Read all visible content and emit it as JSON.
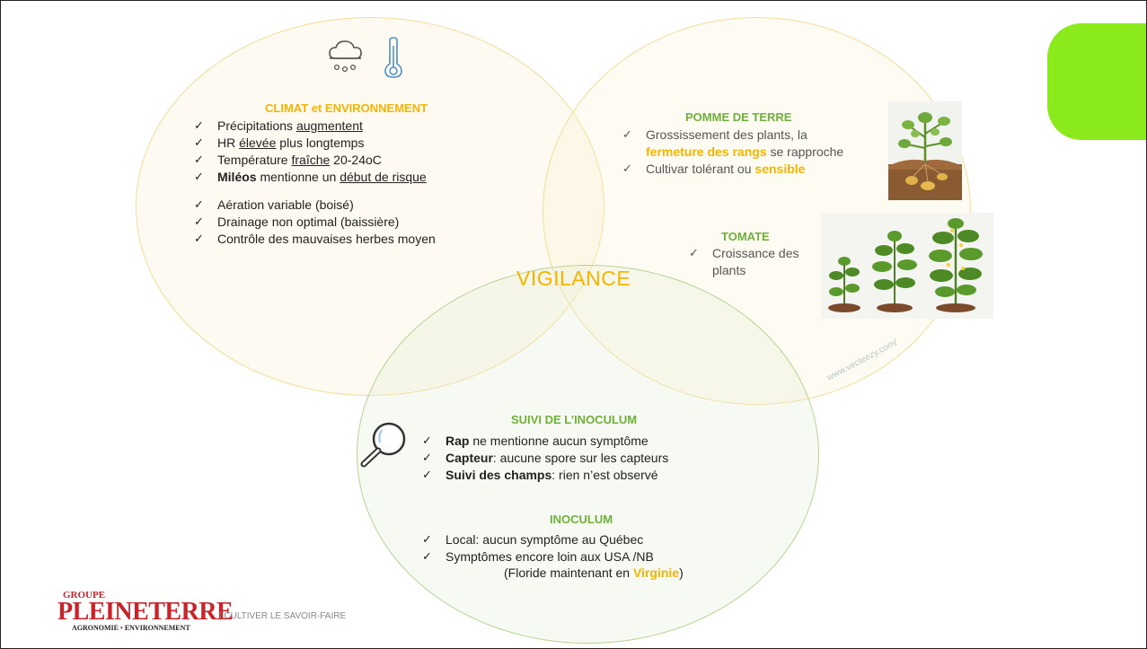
{
  "colors": {
    "accent_orange": "#f5b400",
    "accent_green": "#6fb03a",
    "tab_green": "#8bea1c",
    "logo_red": "#c8242b"
  },
  "climat": {
    "icons": [
      "rain-cloud-icon",
      "thermometer-icon"
    ],
    "heading": "CLIMAT et ENVIRONNEMENT",
    "items": [
      {
        "pre": "Précipitations ",
        "em": "augmentent",
        "post": ""
      },
      {
        "pre": "HR ",
        "em": "élevée",
        "post": " plus longtemps"
      },
      {
        "pre": "Température ",
        "em": "fraîche",
        "post": " 20-24oC"
      },
      {
        "bold": "Miléos",
        "mid": " mentionne un ",
        "em": "début de risque"
      },
      {
        "text": "Aération variable (boisé)"
      },
      {
        "text": "Drainage non optimal (baissière)"
      },
      {
        "text": "Contrôle des mauvaises herbes moyen"
      }
    ]
  },
  "pomme": {
    "heading": "POMME DE TERRE",
    "item1_line1": "Grossissement des plants, la",
    "item1_highlight": "fermeture des rangs",
    "item1_tail": " se rapproche",
    "item2_pre": "Cultivar tolérant ou ",
    "item2_highlight": "sensible"
  },
  "tomate": {
    "heading": "TOMATE",
    "item_line1": "Croissance des",
    "item_line2": "plants"
  },
  "vigilance": "VIGILANCE",
  "watermark": "www.vecteezy.com/",
  "suivi": {
    "heading": "SUIVI DE L’INOCULUM",
    "items": [
      {
        "bold": "Rap",
        "rest": " ne mentionne aucun symptôme"
      },
      {
        "bold": "Capteur",
        "rest": ": aucune spore sur les capteurs"
      },
      {
        "bold": "Suivi des champs",
        "rest": ": rien n’est observé"
      }
    ]
  },
  "inoculum": {
    "heading": "INOCULUM",
    "item1": "Local: aucun symptôme au Québec",
    "item2": "Symptômes encore loin aux USA /NB",
    "note_pre": "(Floride maintenant en ",
    "note_highlight": "Virginie",
    "note_post": ")"
  },
  "logo": {
    "small": "GROUPE",
    "name": "PLEINETERRE",
    "sub_left": "AGRONOMIE",
    "sub_sep": " • ",
    "sub_right": "ENVIRONNEMENT"
  },
  "tagline": "| CULTIVER LE SAVOIR-FAIRE"
}
